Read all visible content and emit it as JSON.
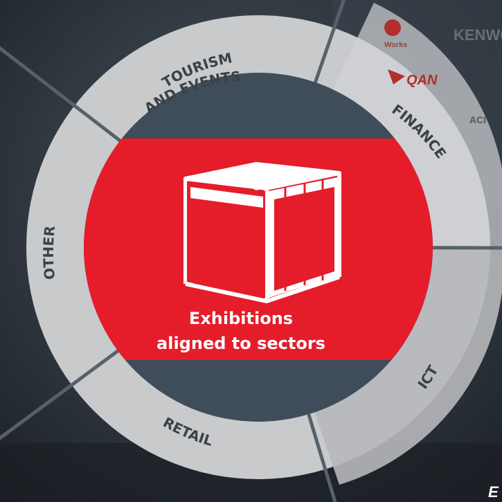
{
  "diagram": {
    "center_caption_line1": "Exhibitions",
    "center_caption_line2": "aligned to sectors",
    "center_icon": "exhibition-booth-icon",
    "sectors": [
      {
        "id": "tourism",
        "line1": "TOURISM",
        "line2": "AND EVENTS"
      },
      {
        "id": "finance",
        "line1": "FINANCE"
      },
      {
        "id": "ict",
        "line1": "ICT"
      },
      {
        "id": "retail",
        "line1": "RETAIL"
      },
      {
        "id": "other",
        "line1": "OTHER"
      }
    ]
  },
  "background": {
    "logo_texts": [
      "Works",
      "KENWO",
      "QAN",
      "ACI",
      "E"
    ]
  },
  "colors": {
    "ring_gray": "#c9cacc",
    "ring_gray_dark": "#b4b6b9",
    "inner_slate": "#3e4d59",
    "red": "#e51d2b",
    "divider": "#56616b",
    "label_text": "#3b4148"
  }
}
